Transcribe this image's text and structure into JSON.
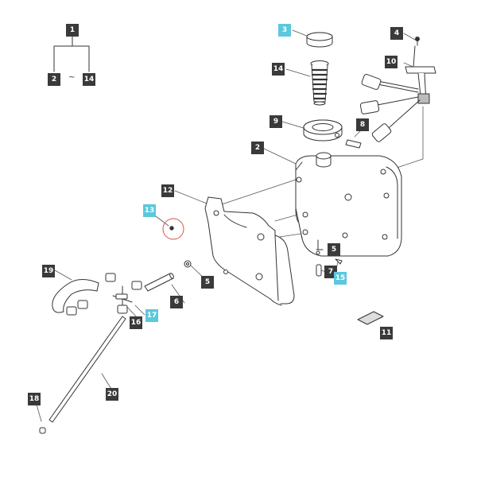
{
  "callouts": {
    "c1": "1",
    "c2": "2",
    "c2b": "2",
    "c3": "3",
    "c4": "4",
    "c5": "5",
    "c5b": "5",
    "c6": "6",
    "c7": "7",
    "c8": "8",
    "c9": "9",
    "c10": "10",
    "c11": "11",
    "c12": "12",
    "c13": "13",
    "c14": "14",
    "c14b": "14",
    "c15": "15",
    "c16": "16",
    "c17": "17",
    "c18": "18",
    "c19": "19",
    "c20": "20"
  },
  "legend_separator": "~",
  "colors": {
    "callout_dark": "#3a3a3a",
    "callout_highlight": "#5bc8dc",
    "line": "#333333",
    "fill": "#ffffff"
  }
}
